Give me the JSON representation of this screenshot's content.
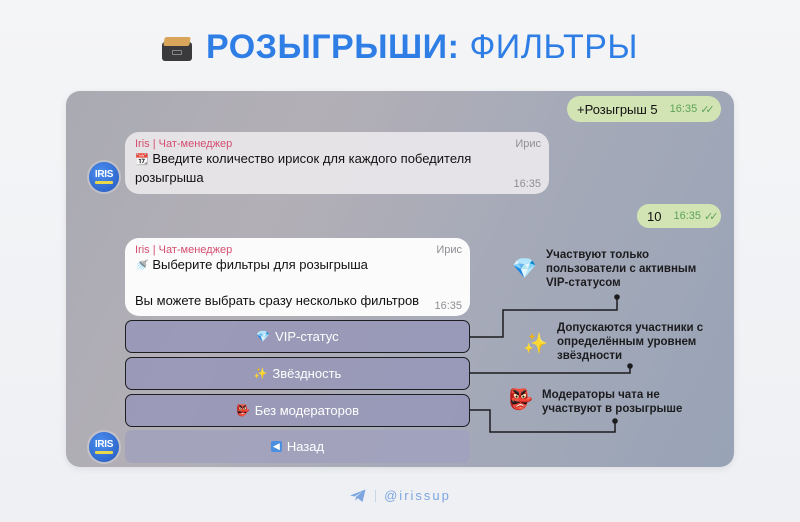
{
  "header": {
    "icon": "card-file-box-icon",
    "title_bold": "РОЗЫГРЫШИ:",
    "title_light": "ФИЛЬТРЫ"
  },
  "chat": {
    "messages": [
      {
        "type": "outgoing",
        "text": "+Розыгрыш 5",
        "time": "16:35",
        "status": "✓✓"
      },
      {
        "type": "incoming",
        "sender": "Iris | Чат-менеджер",
        "role": "Ирис",
        "icon": "calendar-icon",
        "icon_glyph": "📆",
        "text_line1": "Введите количество ирисок для каждого победителя",
        "text_line2": "розыгрыша",
        "time": "16:35"
      },
      {
        "type": "outgoing",
        "text": "10",
        "time": "16:35",
        "status": "✓✓"
      },
      {
        "type": "incoming",
        "sender": "Iris | Чат-менеджер",
        "role": "Ирис",
        "icon": "shower-icon",
        "icon_glyph": "🚿",
        "text_line1": "Выберите фильтры для розыгрыша",
        "text_line2": "Вы можете выбрать сразу несколько фильтров",
        "time": "16:35"
      }
    ],
    "avatar_text": "IRIS",
    "keyboard": [
      {
        "icon_glyph": "💎",
        "label": "VIP-статус"
      },
      {
        "icon_glyph": "✨",
        "label": "Звёздность"
      },
      {
        "icon_glyph": "👺",
        "label": "Без модераторов"
      },
      {
        "icon_glyph": "◀",
        "label": "Назад"
      }
    ]
  },
  "annotations": [
    {
      "icon_glyph": "💎",
      "line1": "Участвуют только",
      "line2": "пользователи с активным",
      "line3": "VIP-статусом"
    },
    {
      "icon_glyph": "✨",
      "line1": "Допускаются участники с",
      "line2": "определённым уровнем",
      "line3": "звёздности"
    },
    {
      "icon_glyph": "👺",
      "line1": "Модераторы чата не",
      "line2": "участвуют в розыгрыше"
    }
  ],
  "footer": {
    "handle": "@irissup"
  }
}
